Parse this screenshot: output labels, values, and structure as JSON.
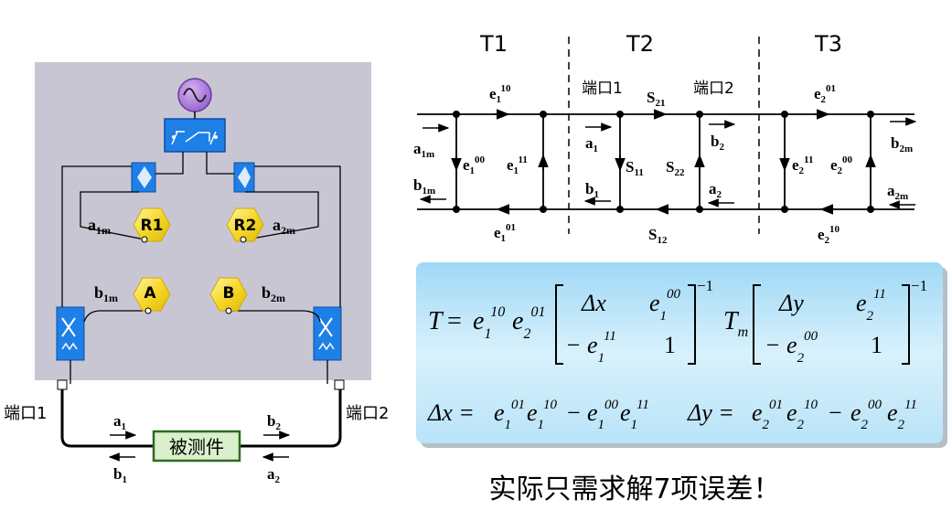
{
  "left": {
    "hex_labels": {
      "r1": "R1",
      "r2": "R2",
      "a": "A",
      "b": "B"
    },
    "wave_labels": {
      "a1m_base": "a",
      "a1m_sub": "1m",
      "a2m_base": "a",
      "a2m_sub": "2m",
      "b1m_base": "b",
      "b1m_sub": "1m",
      "b2m_base": "b",
      "b2m_sub": "2m"
    },
    "port1": "端口1",
    "port2": "端口2",
    "dut": "被测件",
    "cable_labels": {
      "a1_base": "a",
      "a1_sub": "1",
      "b1_base": "b",
      "b1_sub": "1",
      "b2_base": "b",
      "b2_sub": "2",
      "a2_base": "a",
      "a2_sub": "2"
    }
  },
  "right": {
    "sections": [
      "T1",
      "T2",
      "T3"
    ],
    "port1": "端口1",
    "port2": "端口2",
    "labels": {
      "e1_10_base": "e",
      "e1_10_sub": "1",
      "e1_10_sup": "10",
      "e1_00_base": "e",
      "e1_00_sub": "1",
      "e1_00_sup": "00",
      "e1_11_base": "e",
      "e1_11_sub": "1",
      "e1_11_sup": "11",
      "e1_01_base": "e",
      "e1_01_sub": "1",
      "e1_01_sup": "01",
      "e2_01_base": "e",
      "e2_01_sub": "2",
      "e2_01_sup": "01",
      "e2_11_base": "e",
      "e2_11_sub": "2",
      "e2_11_sup": "11",
      "e2_00_base": "e",
      "e2_00_sub": "2",
      "e2_00_sup": "00",
      "e2_10_base": "e",
      "e2_10_sub": "2",
      "e2_10_sup": "10",
      "s21_base": "S",
      "s21_sub": "21",
      "s11_base": "S",
      "s11_sub": "11",
      "s22_base": "S",
      "s22_sub": "22",
      "s12_base": "S",
      "s12_sub": "12",
      "a1m_base": "a",
      "a1m_sub": "1m",
      "b1m_base": "b",
      "b1m_sub": "1m",
      "a1_base": "a",
      "a1_sub": "1",
      "b1_base": "b",
      "b1_sub": "1",
      "b2_base": "b",
      "b2_sub": "2",
      "a2_base": "a",
      "a2_sub": "2",
      "b2m_base": "b",
      "b2m_sub": "2m",
      "a2m_base": "a",
      "a2m_sub": "2m"
    }
  },
  "formula": {
    "T_lhs": "T",
    "eq": "=",
    "e_prefix_1": "e",
    "e_prefix_1_sub": "1",
    "e_prefix_1_sup": "10",
    "e_prefix_2": "e",
    "e_prefix_2_sub": "2",
    "e_prefix_2_sup": "01",
    "m1_11": "Δx",
    "m1_12": "e",
    "m1_12_sub": "1",
    "m1_12_sup": "00",
    "m1_21": "− e",
    "m1_21_sub": "1",
    "m1_21_sup": "11",
    "m1_22": "1",
    "inv": "−1",
    "Tm": "T",
    "Tm_sub": "m",
    "m2_11": "Δy",
    "m2_12": "e",
    "m2_12_sub": "2",
    "m2_12_sup": "11",
    "m2_21": "− e",
    "m2_21_sub": "2",
    "m2_21_sup": "00",
    "m2_22": "1",
    "dx_line": {
      "lhs": "Δx =",
      "t1": "e",
      "t1_sub": "1",
      "t1_sup": "01",
      "t2": "e",
      "t2_sub": "1",
      "t2_sup": "10",
      "minus": "−",
      "t3": "e",
      "t3_sub": "1",
      "t3_sup": "00",
      "t4": "e",
      "t4_sub": "1",
      "t4_sup": "11"
    },
    "dy_line": {
      "lhs": "Δy =",
      "t1": "e",
      "t1_sub": "2",
      "t1_sup": "01",
      "t2": "e",
      "t2_sub": "2",
      "t2_sup": "10",
      "minus": "−",
      "t3": "e",
      "t3_sub": "2",
      "t3_sup": "00",
      "t4": "e",
      "t4_sub": "2",
      "t4_sup": "11"
    }
  },
  "caption": "实际只需求解7项误差！",
  "colors": {
    "panel_bg": "#c9c6d3",
    "coupler_blue": "#1e7fe6",
    "hex_yellow": "#f6dc2a",
    "source_purple": "#a874d8",
    "dut_green": "#d8f0cc",
    "formula_bg": "#bfe6fa"
  }
}
